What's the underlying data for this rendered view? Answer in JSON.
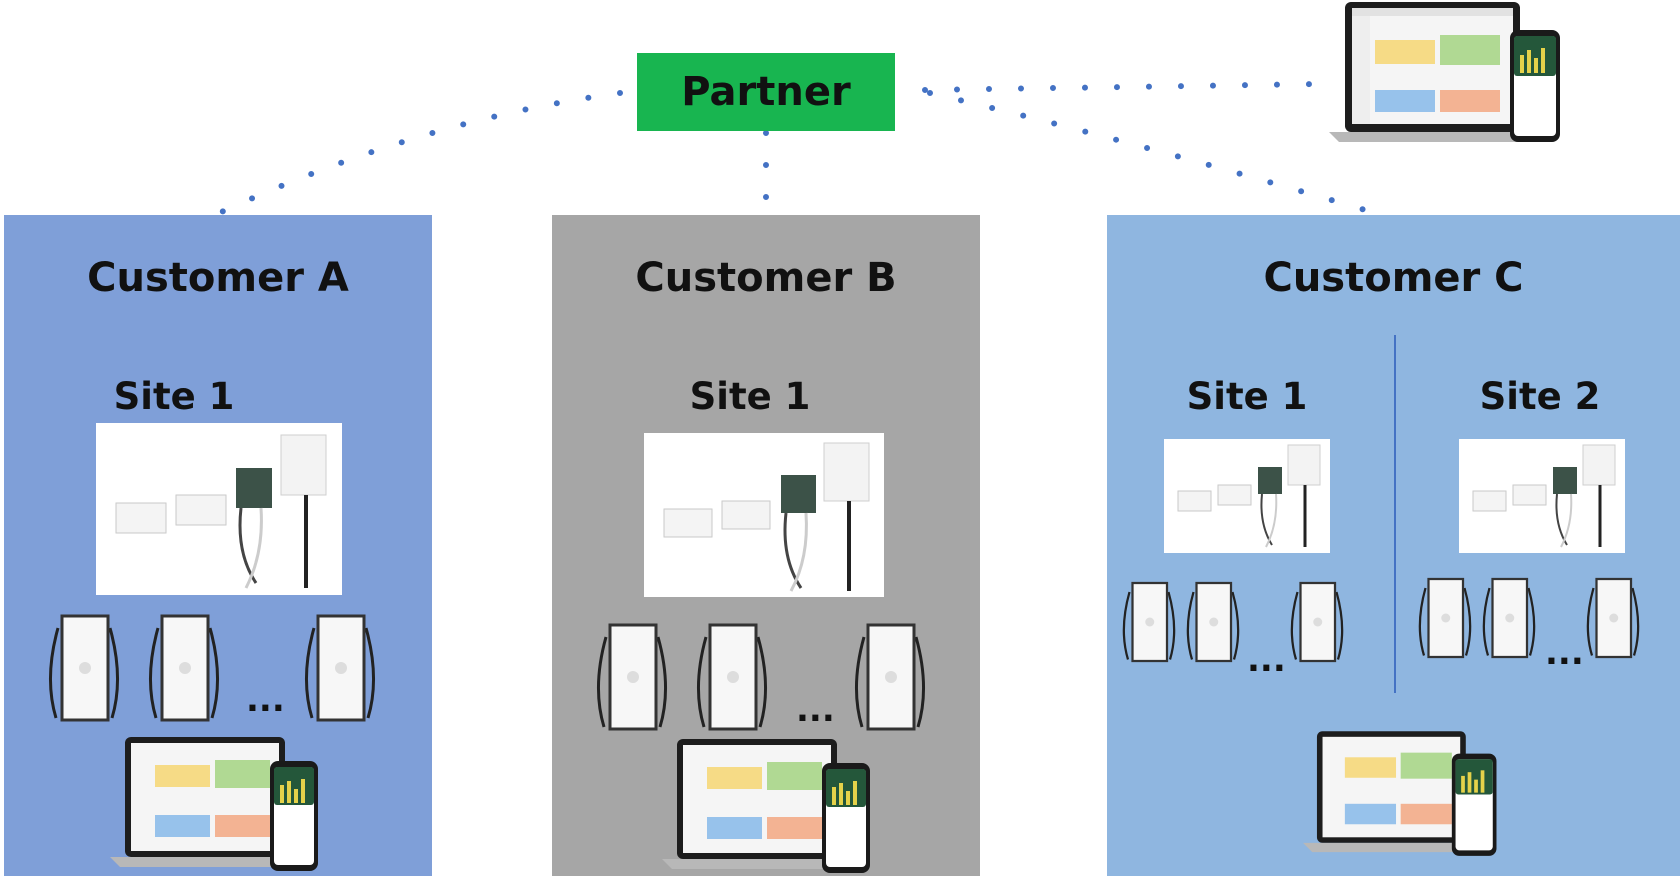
{
  "partner": {
    "label": "Partner",
    "color": "#18b550"
  },
  "customers": [
    {
      "name": "Customer A",
      "color": "#7f9fd8",
      "sites": [
        {
          "label": "Site 1"
        }
      ],
      "ellipsis": "..."
    },
    {
      "name": "Customer B",
      "color": "#a6a6a6",
      "sites": [
        {
          "label": "Site 1"
        }
      ],
      "ellipsis": "..."
    },
    {
      "name": "Customer C",
      "color": "#8fb6e0",
      "sites": [
        {
          "label": "Site 1",
          "ellipsis": "..."
        },
        {
          "label": "Site 2",
          "ellipsis": "..."
        }
      ]
    }
  ],
  "connector": {
    "style": "dotted",
    "color": "#4472c4"
  },
  "icons": {
    "hub": "gateway-hub-kit-icon",
    "charger": "ev-charger-icon",
    "dashboard": "laptop-phone-dashboard-icon"
  }
}
